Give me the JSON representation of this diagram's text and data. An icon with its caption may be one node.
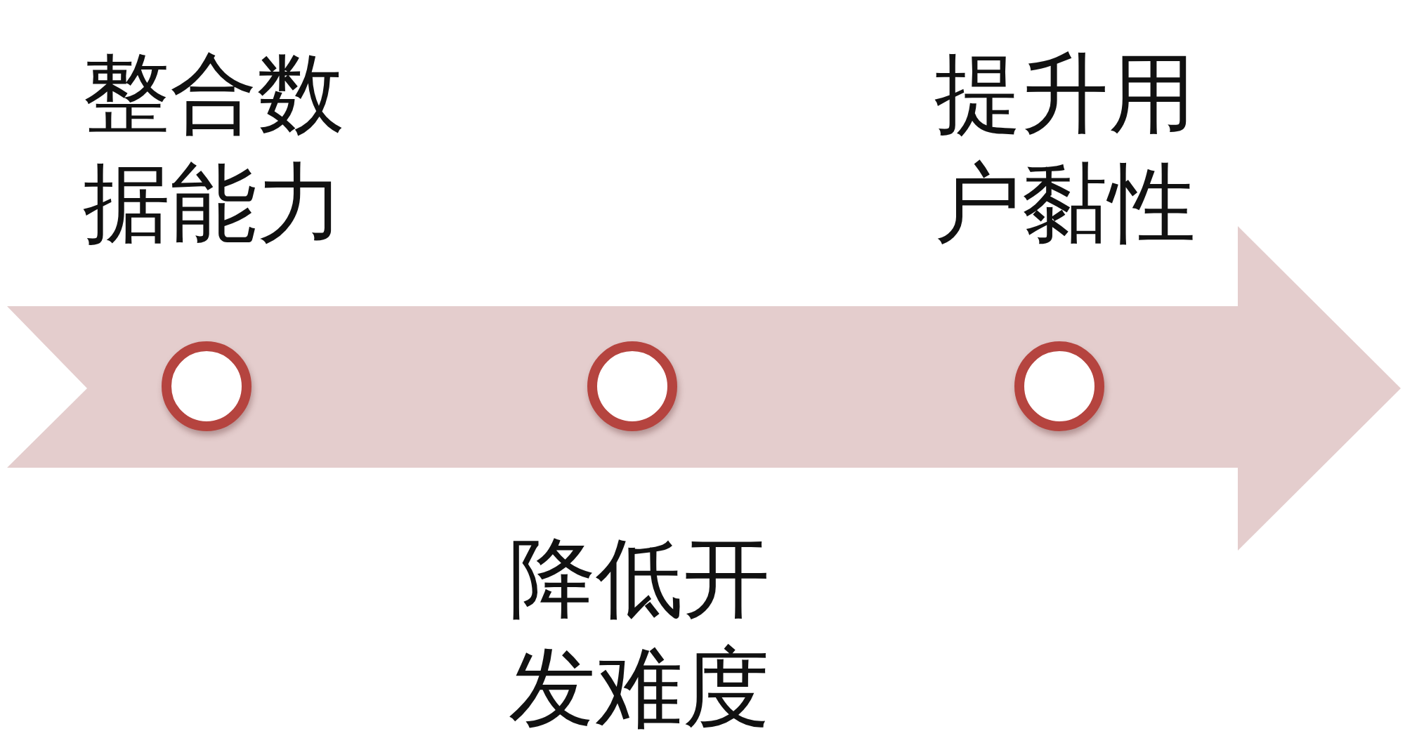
{
  "diagram": {
    "nodes": [
      {
        "text": [],
        "shape": "arrow"
      },
      {
        "text": [],
        "shape": "circle",
        "in": 0,
        "beside": [
          "整合数据能力"
        ]
      },
      {
        "text": [],
        "shape": "circle",
        "in": 0,
        "beside": [
          "降低开发难度"
        ]
      },
      {
        "text": [],
        "shape": "circle",
        "in": 0,
        "beside": [
          "提升用户黏性"
        ]
      }
    ]
  }
}
